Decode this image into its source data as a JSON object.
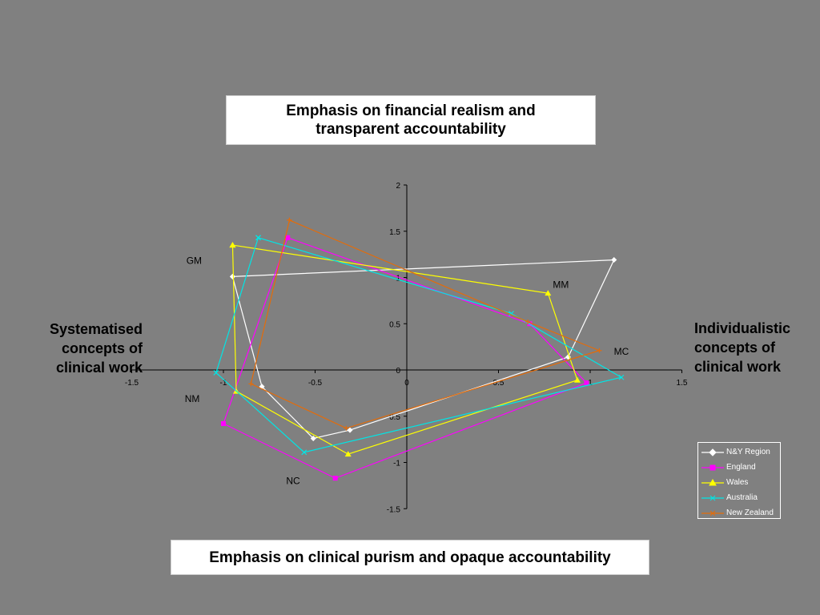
{
  "labels": {
    "top": "Emphasis on financial realism and transparent accountability",
    "bottom": "Emphasis on clinical purism and opaque accountability",
    "left": "Systematised concepts of clinical work",
    "right": "Individualistic concepts of clinical work"
  },
  "chart_data": {
    "type": "scatter",
    "title": "",
    "xlim": [
      -1.5,
      1.5
    ],
    "ylim": [
      -1.5,
      2
    ],
    "x_ticks": [
      "-1.5",
      "-1",
      "-0.5",
      "0",
      "0.5",
      "1",
      "1.5"
    ],
    "y_ticks": [
      "-1.5",
      "-1",
      "-0.5",
      "0",
      "0.5",
      "1",
      "1.5",
      "2"
    ],
    "quadrant_labels": [
      {
        "text": "GM",
        "x": -1.16,
        "y": 1.18
      },
      {
        "text": "MM",
        "x": 0.84,
        "y": 0.92
      },
      {
        "text": "MC",
        "x": 1.17,
        "y": 0.2
      },
      {
        "text": "NM",
        "x": -1.17,
        "y": -0.31
      },
      {
        "text": "NC",
        "x": -0.62,
        "y": -1.2
      }
    ],
    "series": [
      {
        "name": "N&Y Region",
        "color": "#ffffff",
        "marker": "diamond",
        "points": [
          [
            -0.95,
            1.01
          ],
          [
            1.13,
            1.19
          ],
          [
            0.88,
            0.14
          ],
          [
            -0.31,
            -0.65
          ],
          [
            -0.51,
            -0.74
          ],
          [
            -0.79,
            -0.18
          ],
          [
            -0.95,
            1.01
          ]
        ]
      },
      {
        "name": "England",
        "color": "#ff00ff",
        "marker": "square",
        "points": [
          [
            -0.65,
            1.43
          ],
          [
            0.67,
            0.5
          ],
          [
            0.98,
            -0.14
          ],
          [
            -0.39,
            -1.17
          ],
          [
            -1.0,
            -0.58
          ],
          [
            -0.65,
            1.43
          ]
        ]
      },
      {
        "name": "Wales",
        "color": "#ffff00",
        "marker": "triangle",
        "points": [
          [
            -0.95,
            1.35
          ],
          [
            0.77,
            0.83
          ],
          [
            0.93,
            -0.11
          ],
          [
            -0.32,
            -0.91
          ],
          [
            -0.93,
            -0.23
          ],
          [
            -0.95,
            1.35
          ]
        ]
      },
      {
        "name": "Australia",
        "color": "#00e5e5",
        "marker": "x",
        "points": [
          [
            -0.81,
            1.43
          ],
          [
            0.57,
            0.61
          ],
          [
            1.17,
            -0.08
          ],
          [
            -0.56,
            -0.89
          ],
          [
            -1.04,
            -0.03
          ],
          [
            -0.81,
            1.43
          ]
        ]
      },
      {
        "name": "New Zealand",
        "color": "#e36c0a",
        "marker": "dash",
        "points": [
          [
            -0.64,
            1.62
          ],
          [
            0.66,
            0.52
          ],
          [
            1.05,
            0.21
          ],
          [
            -0.33,
            -0.63
          ],
          [
            -0.85,
            -0.15
          ],
          [
            -0.64,
            1.62
          ]
        ]
      }
    ]
  }
}
